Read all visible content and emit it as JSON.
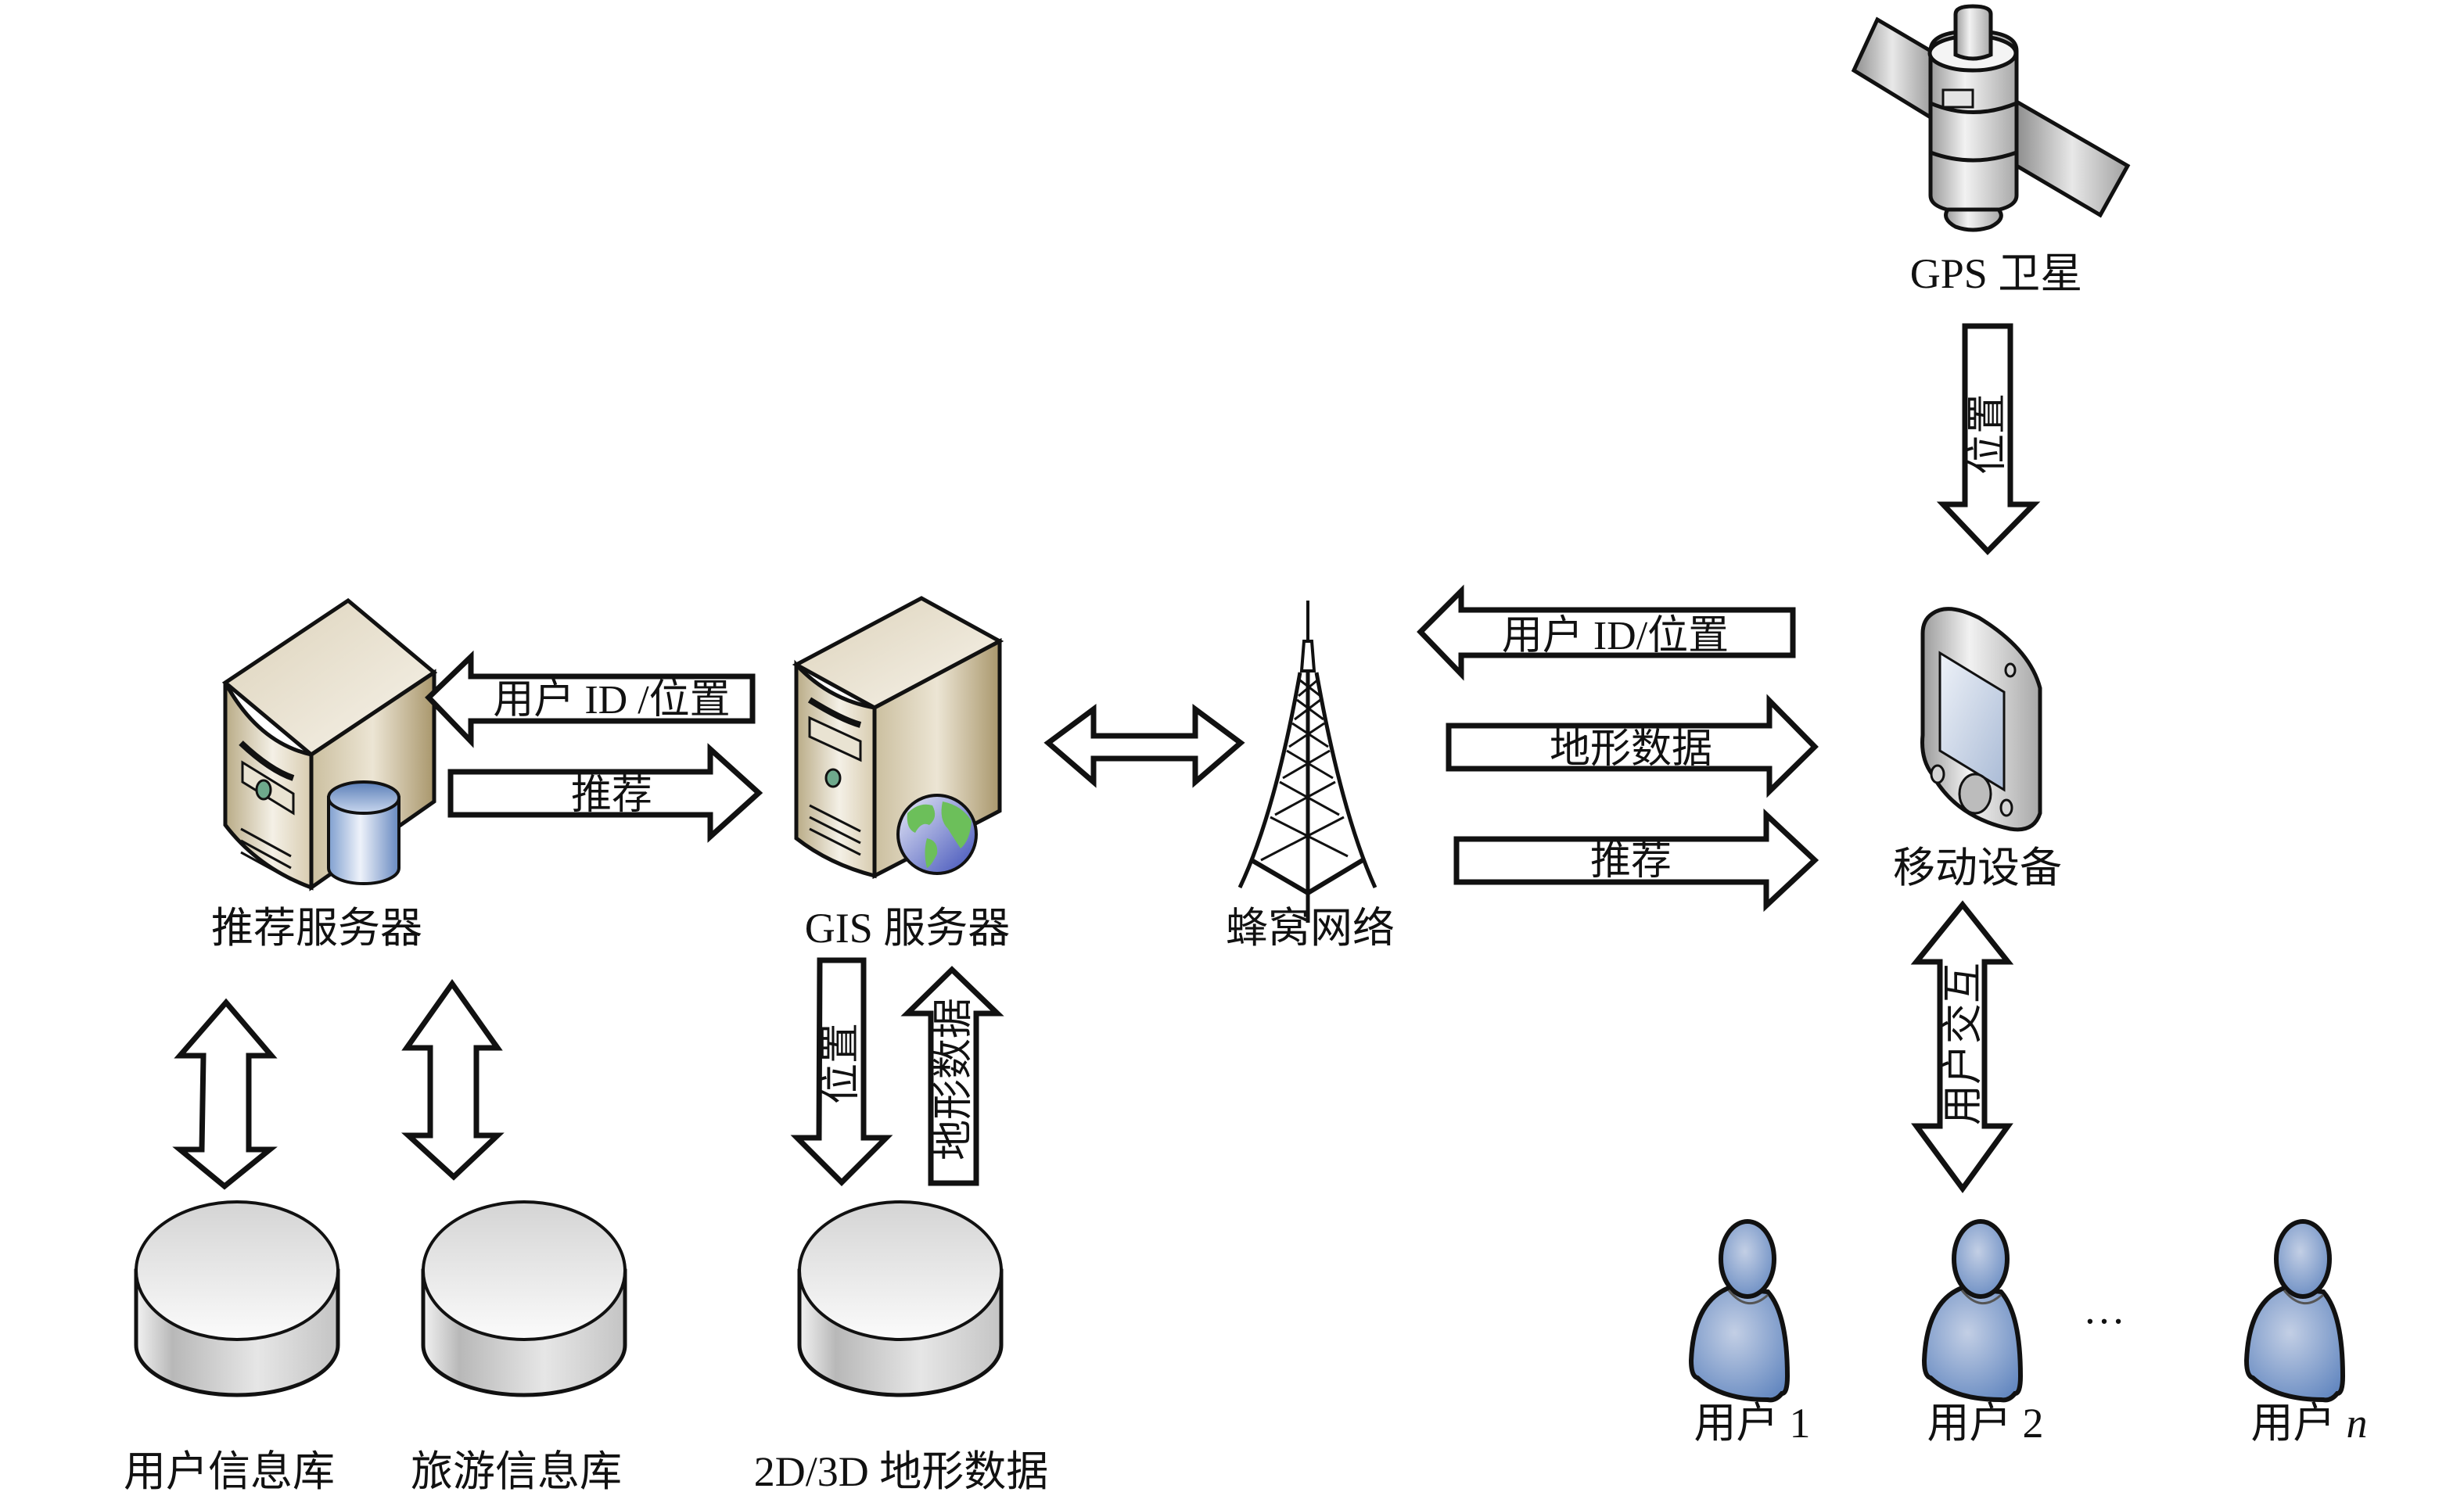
{
  "diagram": {
    "title": "",
    "nodes": {
      "recommend_server": "推荐服务器",
      "gis_server": "GIS 服务器",
      "cellular_network": "蜂窝网络",
      "gps_satellite": "GPS 卫星",
      "mobile_device": "移动设备",
      "user_db": "用户信息库",
      "travel_db": "旅游信息库",
      "terrain_db": "2D/3D 地形数据",
      "users": [
        "用户 1",
        "用户 2",
        "用户 n"
      ],
      "users_ellipsis": "…"
    },
    "user_label_prefix": "用户",
    "user_suffixes": [
      "1",
      "2",
      "n"
    ],
    "edges": [
      {
        "from": "gis_server",
        "to": "recommend_server",
        "label": "用户 ID /位置"
      },
      {
        "from": "recommend_server",
        "to": "gis_server",
        "label": "推荐"
      },
      {
        "from": "gis_server",
        "to": "cellular_network",
        "label": "",
        "bidirectional": true
      },
      {
        "from": "mobile_device",
        "to": "cellular_network",
        "label": "用户 ID/位置"
      },
      {
        "from": "cellular_network",
        "to": "mobile_device",
        "label": "地形数据"
      },
      {
        "from": "cellular_network",
        "to": "mobile_device",
        "label": "推荐"
      },
      {
        "from": "gps_satellite",
        "to": "mobile_device",
        "label": "位置"
      },
      {
        "from": "mobile_device",
        "to": "users",
        "label": "用户交互",
        "bidirectional": true
      },
      {
        "from": "recommend_server",
        "to": "user_db",
        "label": "",
        "bidirectional": true
      },
      {
        "from": "recommend_server",
        "to": "travel_db",
        "label": "",
        "bidirectional": true
      },
      {
        "from": "gis_server",
        "to": "terrain_db",
        "label": "位置"
      },
      {
        "from": "terrain_db",
        "to": "gis_server",
        "label": "地形数据"
      }
    ],
    "colors": {
      "server_beige": "#cfc3a3",
      "db_blue": "#7f9fcf",
      "user_blue": "#8fa9d3",
      "globe_green": "#6cbf5a",
      "globe_blue": "#5a6fc8",
      "cylinder_gray": "#d8d8d8"
    }
  }
}
